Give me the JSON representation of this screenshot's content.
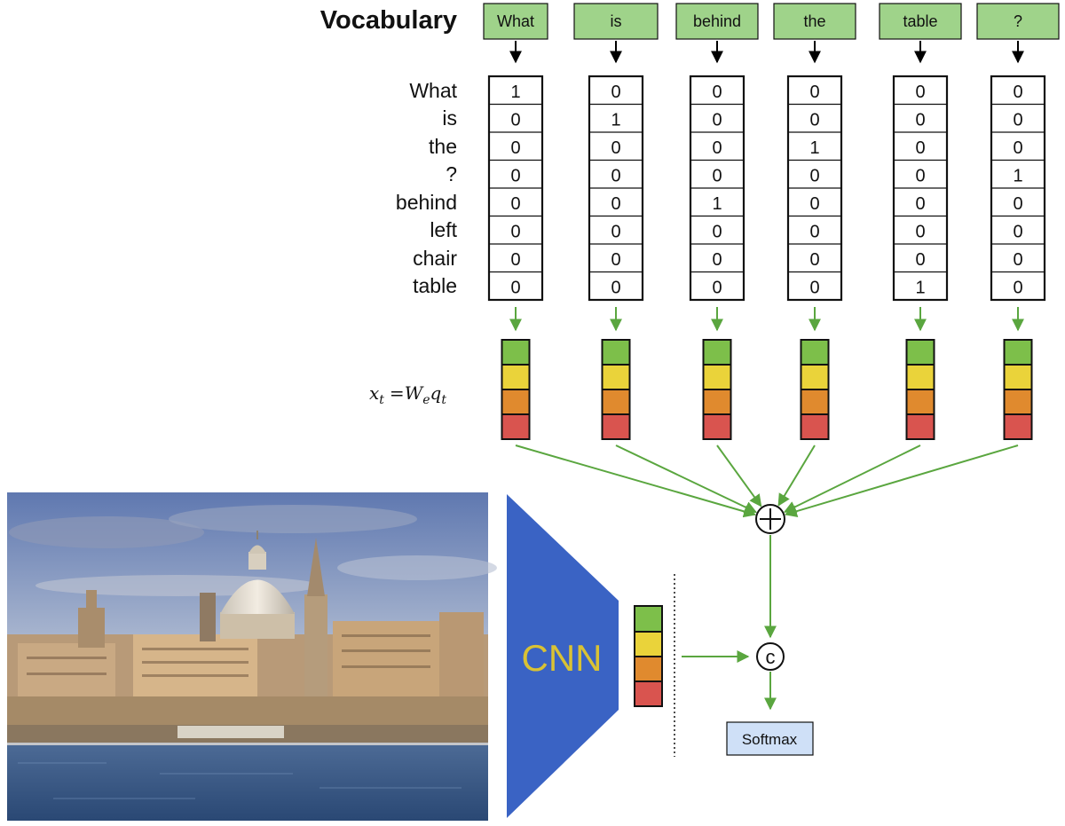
{
  "vocabulary_title": "Vocabulary",
  "vocabulary_words": [
    "What",
    "is",
    "the",
    "?",
    "behind",
    "left",
    "chair",
    "table"
  ],
  "question_tokens": [
    {
      "word": "What",
      "one_hot": [
        "1",
        "0",
        "0",
        "0",
        "0",
        "0",
        "0",
        "0"
      ]
    },
    {
      "word": "is",
      "one_hot": [
        "0",
        "1",
        "0",
        "0",
        "0",
        "0",
        "0",
        "0"
      ]
    },
    {
      "word": "behind",
      "one_hot": [
        "0",
        "0",
        "0",
        "0",
        "1",
        "0",
        "0",
        "0"
      ]
    },
    {
      "word": "the",
      "one_hot": [
        "0",
        "0",
        "1",
        "0",
        "0",
        "0",
        "0",
        "0"
      ]
    },
    {
      "word": "table",
      "one_hot": [
        "0",
        "0",
        "0",
        "0",
        "0",
        "0",
        "0",
        "1"
      ]
    },
    {
      "word": "?",
      "one_hot": [
        "0",
        "0",
        "0",
        "1",
        "0",
        "0",
        "0",
        "0"
      ]
    }
  ],
  "embedding_formula": {
    "lhs": "x",
    "lhs_sub": "t",
    "eq": "=",
    "w": "W",
    "w_sub": "e",
    "q": "q",
    "q_sub": "t"
  },
  "embedding_colors": [
    "#7dbf4a",
    "#ead33a",
    "#e08a2e",
    "#d9544f"
  ],
  "sum_symbol": "+",
  "concat_symbol": "c",
  "cnn_label": "CNN",
  "softmax_label": "Softmax",
  "colors": {
    "token_box": "#9fd38a",
    "arrow_green": "#5aa63f",
    "cnn_blue": "#3a63c4",
    "cnn_text": "#d9c234",
    "softmax_box": "#cfe0f7"
  }
}
